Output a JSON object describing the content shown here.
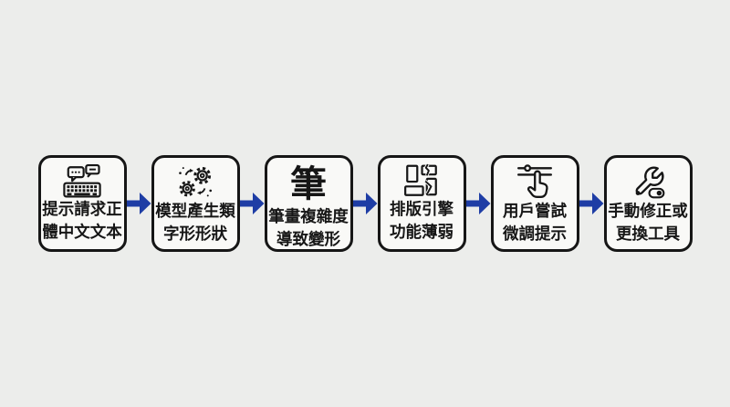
{
  "colors": {
    "bg": "#ecedeb",
    "boxfill": "#f9f9f7",
    "ink": "#161616",
    "arrow": "#1e3da5"
  },
  "flow": {
    "steps": [
      {
        "icon": "chat-keyboard-icon",
        "line1": "提示請求正",
        "line2": "體中文文本"
      },
      {
        "icon": "gears-generate-icon",
        "line1": "模型產生類",
        "line2": "字形形狀"
      },
      {
        "icon": "brush-character-specimen",
        "glyph": "筆",
        "line1": "筆畫複雜度",
        "line2": "導致變形"
      },
      {
        "icon": "broken-layout-icon",
        "line1": "排版引擎",
        "line2": "功能薄弱"
      },
      {
        "icon": "hand-sliders-icon",
        "line1": "用戶嘗試",
        "line2": "微調提示"
      },
      {
        "icon": "wrench-toggle-icon",
        "line1": "手動修正或",
        "line2": "更換工具"
      }
    ]
  }
}
